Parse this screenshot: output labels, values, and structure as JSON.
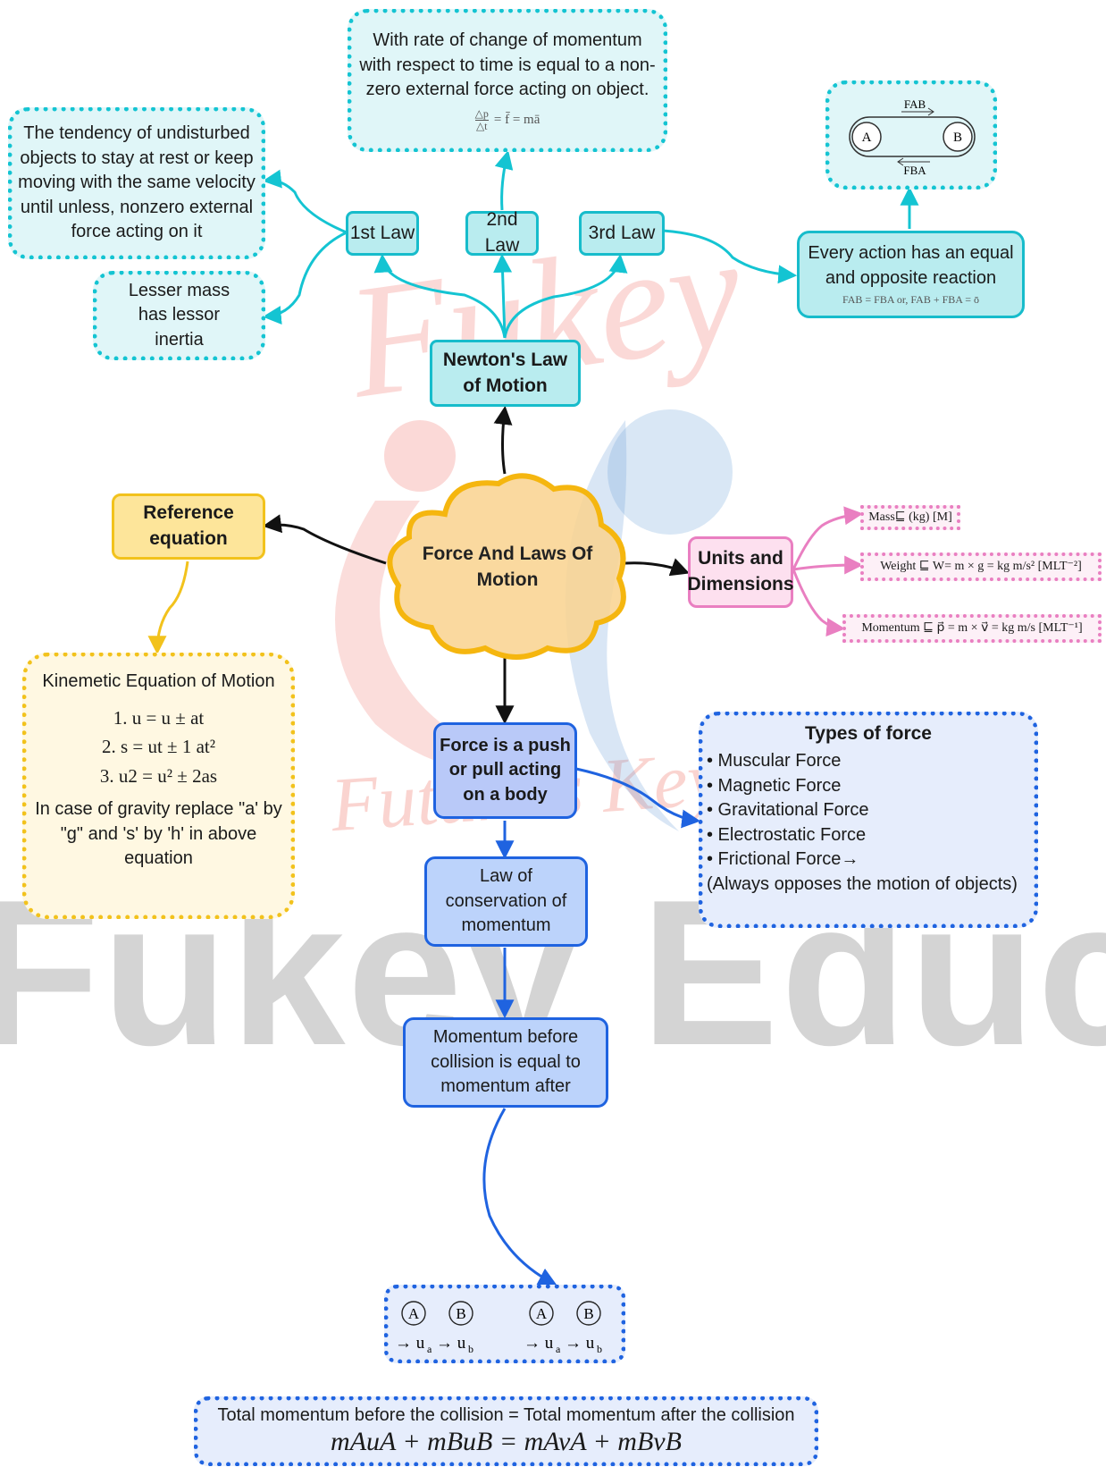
{
  "watermark": {
    "brand": "Fukey",
    "tagline": "Future's Key",
    "banner": "Fukey Education"
  },
  "central": {
    "title": "Force And Laws Of Motion"
  },
  "newton": {
    "title": "Newton's Law of Motion",
    "law1": "1st Law",
    "law2": "2nd Law",
    "law3": "3rd Law",
    "law1_desc": "The tendency of undisturbed objects to stay at rest or keep moving with the same velocity until unless, nonzero  external force acting on it",
    "law1_note": "Lesser mass has lessor inertia",
    "law2_desc": "With rate of change of momentum with respect to time is equal to a non-zero external force acting on object.",
    "law2_formula": "= f̄ = mā",
    "law2_frac_num": "△p",
    "law2_frac_den": "△t",
    "law3_desc": "Every action has an equal and opposite reaction",
    "law3_formula": "FAB = FBA or, FAB + FBA = ō",
    "law3_diagram": {
      "a": "A",
      "b": "B",
      "top": "FAB",
      "bottom": "FBA"
    }
  },
  "reference": {
    "title": "Reference equation",
    "heading": "Kinemetic Equation of Motion",
    "eq1": "1. u = u ± at",
    "eq2": "2. s = ut ± 1 at²",
    "eq2_sub": "2",
    "eq3": "3. u2 = u² ± 2as",
    "note": "In case of gravity replace \"a' by \"g\" and 's' by 'h' in above equation"
  },
  "units": {
    "title": "Units and Dimensions",
    "mass": "Mass⊑ (kg) [M]",
    "weight": "Weight ⊑ W= m × g = kg m/s² [MLT⁻²]",
    "momentum": "Momentum ⊑ p⃗ = m × v⃗ = kg m/s [MLT⁻¹]"
  },
  "force": {
    "title": "Force is a push or pull acting on a body",
    "types_title": "Types of force",
    "types": [
      "• Muscular Force",
      "• Magnetic Force",
      "• Gravitational Force",
      "• Electrostatic Force",
      "• Frictional Force→",
      "(Always opposes the motion of objects)"
    ]
  },
  "conservation": {
    "title": "Law of conservation of momentum",
    "statement": "Momentum before collision is equal to momentum after",
    "diagram": {
      "a": "A",
      "b": "B",
      "ua": "→ u",
      "ub": "→ u",
      "sub_a": "a",
      "sub_b": "b"
    },
    "total": "Total momentum before the collision = Total momentum after the collision",
    "equation": "mAuA + mBuB = mAvA + mBvB"
  },
  "colors": {
    "cyan": "#14c4d2",
    "blue": "#1f63e0",
    "pink": "#e97fc1",
    "yellow": "#f2c21c",
    "cloud": "#f5b60f"
  }
}
